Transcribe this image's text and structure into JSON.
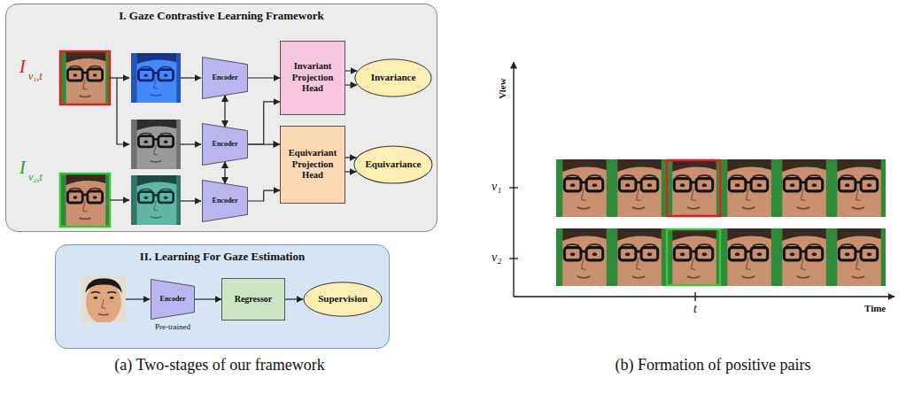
{
  "diagram": {
    "nodes": [
      {
        "text": [
          "I. Gaze Contrastive Learning Framework"
        ]
      },
      {
        "text": [
          "Encoder"
        ],
        "in": 0
      },
      {
        "text": [
          "Encoder"
        ],
        "in": 0
      },
      {
        "text": [
          "Encoder"
        ],
        "in": 0
      },
      {
        "text": [
          "Invariant Projection Head"
        ],
        "in": 0
      },
      {
        "text": [
          "Equivariant Projection Head"
        ],
        "in": 0
      },
      {
        "text": [
          "Invariance"
        ],
        "in": 0
      },
      {
        "text": [
          "Equivariance"
        ],
        "in": 0
      },
      {
        "text": [
          "II. Learning For Gaze Estimation"
        ]
      },
      {
        "text": [
          "Encoder"
        ],
        "in": 8
      },
      {
        "text": [
          "Regressor"
        ],
        "in": 8
      },
      {
        "text": [
          "Supervision"
        ],
        "in": 8
      }
    ],
    "edges": [
      {
        "from": 1,
        "to": 4,
        "arrow": "to"
      },
      {
        "from": 2,
        "to": 4,
        "arrow": "to"
      },
      {
        "from": 2,
        "to": 5,
        "arrow": "to"
      },
      {
        "from": 3,
        "to": 5,
        "arrow": "to"
      },
      {
        "from": 4,
        "to": 6,
        "arrow": "to"
      },
      {
        "from": 4,
        "to": 6,
        "arrow": "to"
      },
      {
        "from": 5,
        "to": 7,
        "arrow": "to"
      },
      {
        "from": 5,
        "to": 7,
        "arrow": "to"
      },
      {
        "from": 1,
        "to": 2,
        "arrow": "both"
      },
      {
        "from": 2,
        "to": 3,
        "arrow": "both"
      },
      {
        "from": 9,
        "to": 10,
        "arrow": "to"
      },
      {
        "from": 10,
        "to": 11,
        "arrow": "to"
      }
    ],
    "labels": [
      "I",
      "v₁,t",
      "I",
      "v₂,t",
      "Pre-trained",
      "View",
      "v₁",
      "v₂",
      "t",
      "Time",
      "(a) Two-stages of our framework",
      "(b) Formation of positive pairs"
    ]
  }
}
